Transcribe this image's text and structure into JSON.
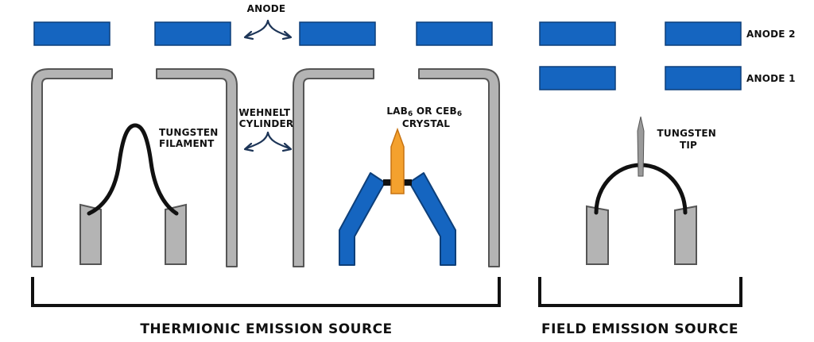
{
  "labels": {
    "anode": "ANODE",
    "wehnelt_line1": "WEHNELT",
    "wehnelt_line2": "CYLINDER",
    "tungsten_filament_line1": "TUNGSTEN",
    "tungsten_filament_line2": "FILAMENT",
    "lab6_line1_main": "LAB",
    "lab6_line1_sub1": "6",
    "lab6_line1_mid": " OR CEB",
    "lab6_line1_sub2": "6",
    "lab6_line2": "CRYSTAL",
    "tungsten_tip_line1": "TUNGSTEN",
    "tungsten_tip_line2": "TIP",
    "anode_2": "ANODE 2",
    "anode_1": "ANODE 1",
    "thermionic_source": "THERMIONIC EMISSION SOURCE",
    "field_source": "FIELD EMISSION SOURCE"
  },
  "colors": {
    "anode_blue": "#1565c0",
    "anode_stroke": "#0d3f7a",
    "cylinder_gray": "#b4b4b4",
    "cylinder_stroke": "#555555",
    "filament_black": "#111111",
    "crystal_orange": "#f4a12e",
    "crystal_stroke": "#c77312",
    "arrow_navy": "#1d3557"
  }
}
